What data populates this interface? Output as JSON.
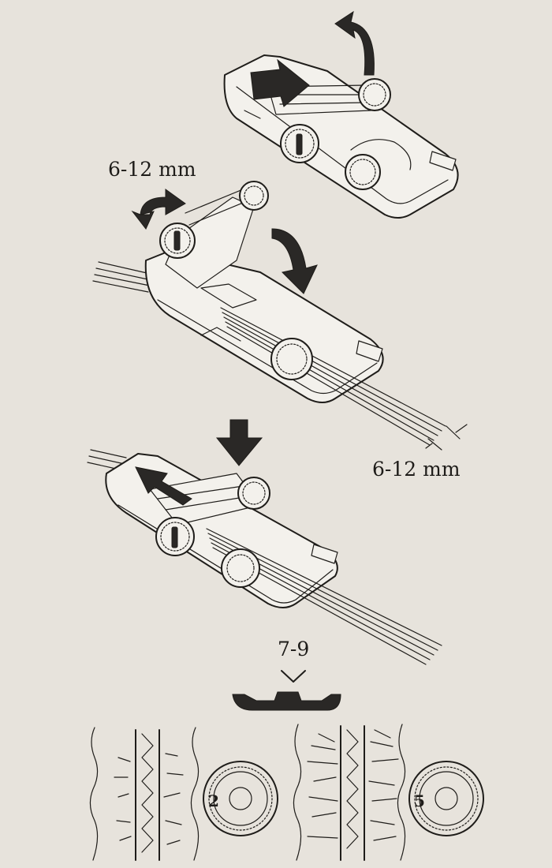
{
  "annotations": {
    "upper_width": "6-12 mm",
    "lower_width": "6-12 mm",
    "stitch_width": "7-9"
  },
  "dials": [
    {
      "value": "2"
    },
    {
      "value": "5"
    }
  ],
  "colors": {
    "ink": "#1f1d1a",
    "paper": "#e7e3dc"
  }
}
